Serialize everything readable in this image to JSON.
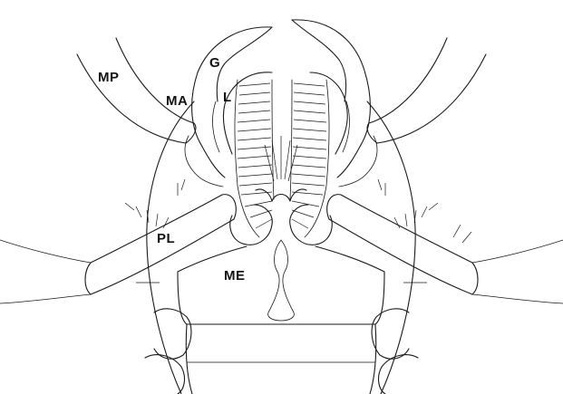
{
  "labels": {
    "mp": "MP",
    "ma": "MA",
    "g": "G",
    "l": "L",
    "pl": "PL",
    "me": "ME"
  },
  "ink_color": "#1a1a1a",
  "background_color": "#ffffff"
}
